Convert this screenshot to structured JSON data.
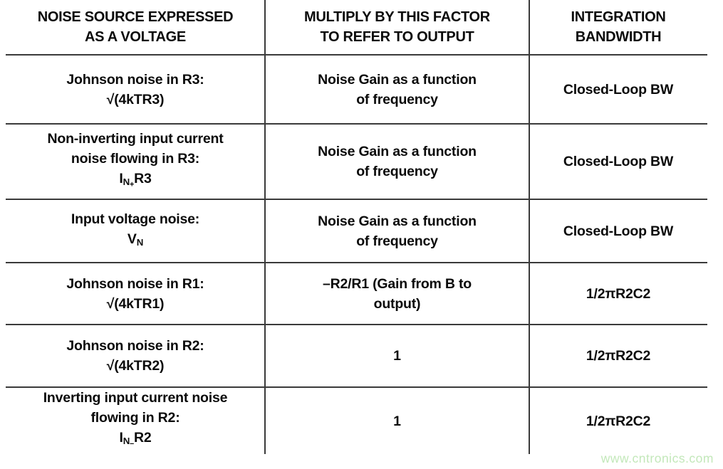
{
  "watermark": {
    "text": "www.cntronics.com",
    "color": "#c3e8ba"
  },
  "colors": {
    "line": "#3a3a3a",
    "text": "#0a0a0a",
    "background": "#ffffff"
  },
  "table": {
    "columns": [
      {
        "id": "noise-source",
        "header_lines": [
          "NOISE SOURCE EXPRESSED",
          "AS A VOLTAGE"
        ]
      },
      {
        "id": "multiply-factor",
        "header_lines": [
          "MULTIPLY BY THIS FACTOR",
          "TO REFER TO OUTPUT"
        ]
      },
      {
        "id": "integration-bandwidth",
        "header_lines": [
          "INTEGRATION",
          "BANDWIDTH"
        ]
      }
    ],
    "rows": [
      {
        "cells": [
          {
            "lines": [
              [
                {
                  "t": "Johnson noise in R3:"
                }
              ],
              [
                {
                  "t": "√(4kTR3)"
                }
              ]
            ]
          },
          {
            "lines": [
              [
                {
                  "t": "Noise Gain as a function"
                }
              ],
              [
                {
                  "t": "of frequency"
                }
              ]
            ]
          },
          {
            "lines": [
              [
                {
                  "t": "Closed-Loop BW"
                }
              ]
            ]
          }
        ]
      },
      {
        "cells": [
          {
            "lines": [
              [
                {
                  "t": "Non-inverting input current"
                }
              ],
              [
                {
                  "t": "noise flowing in R3:"
                }
              ],
              [
                {
                  "t": "I"
                },
                {
                  "t": "N",
                  "s": "sub"
                },
                {
                  "t": "+",
                  "s": "sub2"
                },
                {
                  "t": "R3"
                }
              ]
            ]
          },
          {
            "lines": [
              [
                {
                  "t": "Noise Gain as a function"
                }
              ],
              [
                {
                  "t": "of frequency"
                }
              ]
            ]
          },
          {
            "lines": [
              [
                {
                  "t": "Closed-Loop BW"
                }
              ]
            ]
          }
        ]
      },
      {
        "cells": [
          {
            "lines": [
              [
                {
                  "t": "Input voltage noise:"
                }
              ],
              [
                {
                  "t": "V"
                },
                {
                  "t": "N",
                  "s": "sub"
                }
              ]
            ]
          },
          {
            "lines": [
              [
                {
                  "t": "Noise Gain as a function"
                }
              ],
              [
                {
                  "t": "of frequency"
                }
              ]
            ]
          },
          {
            "lines": [
              [
                {
                  "t": "Closed-Loop BW"
                }
              ]
            ]
          }
        ]
      },
      {
        "cells": [
          {
            "lines": [
              [
                {
                  "t": "Johnson noise in R1:"
                }
              ],
              [
                {
                  "t": "√(4kTR1)"
                }
              ]
            ]
          },
          {
            "lines": [
              [
                {
                  "t": "–R2/R1 (Gain from B to"
                }
              ],
              [
                {
                  "t": "output)"
                }
              ]
            ]
          },
          {
            "lines": [
              [
                {
                  "t": "1/2πR2C2"
                }
              ]
            ]
          }
        ]
      },
      {
        "cells": [
          {
            "lines": [
              [
                {
                  "t": "Johnson noise in R2:"
                }
              ],
              [
                {
                  "t": "√(4kTR2)"
                }
              ]
            ]
          },
          {
            "lines": [
              [
                {
                  "t": "1"
                }
              ]
            ]
          },
          {
            "lines": [
              [
                {
                  "t": "1/2πR2C2"
                }
              ]
            ]
          }
        ]
      },
      {
        "cells": [
          {
            "lines": [
              [
                {
                  "t": "Inverting input current noise"
                }
              ],
              [
                {
                  "t": "flowing in R2:"
                }
              ],
              [
                {
                  "t": "I"
                },
                {
                  "t": "N",
                  "s": "sub"
                },
                {
                  "t": "–",
                  "s": "sub2"
                },
                {
                  "t": "R2"
                }
              ]
            ]
          },
          {
            "lines": [
              [
                {
                  "t": "1"
                }
              ]
            ]
          },
          {
            "lines": [
              [
                {
                  "t": "1/2πR2C2"
                }
              ]
            ]
          }
        ]
      }
    ]
  }
}
